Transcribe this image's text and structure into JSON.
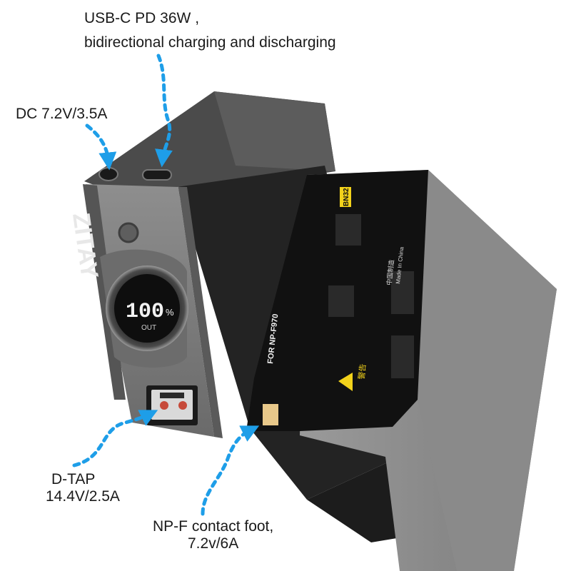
{
  "callouts": {
    "usbc": {
      "line1": "USB-C PD 36W ,",
      "line2": "bidirectional charging and discharging"
    },
    "dc": {
      "text": "DC 7.2V/3.5A"
    },
    "dtap": {
      "line1": "D-TAP",
      "line2": "14.4V/2.5A"
    },
    "npf": {
      "line1": "NP-F contact foot,",
      "line2": "7.2v/6A"
    }
  },
  "device": {
    "brand": "ZITAY",
    "display_value": "100",
    "display_unit": "%",
    "display_mode": "OUT",
    "model": "FOR NP-F970",
    "label_badge": "BN32",
    "warning_title": "警告",
    "made_in": "中国制造",
    "made_in_en": "Made In China"
  },
  "colors": {
    "accent_arrow": "#1e9ee8",
    "body_dark": "#2b2b2b",
    "body_grey": "#8d8d8d",
    "label_yellow": "#f2d21b"
  }
}
